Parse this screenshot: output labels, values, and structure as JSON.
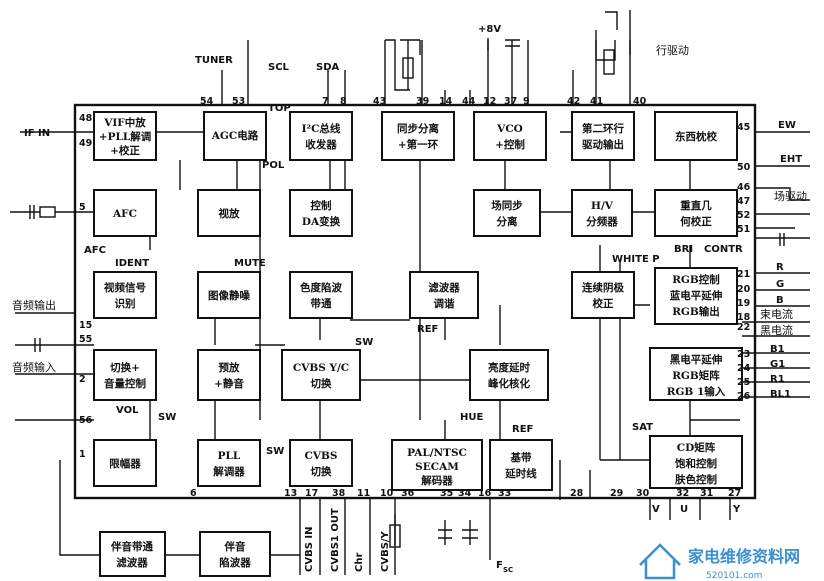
{
  "blocks": [
    {
      "id": "vif",
      "lines": [
        "VIF中放",
        "+PLL解调",
        "+校正"
      ]
    },
    {
      "id": "agc",
      "lines": [
        "AGC电路"
      ]
    },
    {
      "id": "i2c",
      "lines": [
        "I²C总线",
        "收发器"
      ]
    },
    {
      "id": "sync",
      "lines": [
        "同步分离",
        "+第一环"
      ]
    },
    {
      "id": "vco",
      "lines": [
        "VCO",
        "+控制"
      ]
    },
    {
      "id": "loop2",
      "lines": [
        "第二环行",
        "驱动输出"
      ]
    },
    {
      "id": "ew",
      "lines": [
        "东西枕校"
      ]
    },
    {
      "id": "afc",
      "lines": [
        "AFC"
      ]
    },
    {
      "id": "det",
      "lines": [
        "视放"
      ]
    },
    {
      "id": "ctrlda",
      "lines": [
        "控制",
        "DA变换"
      ]
    },
    {
      "id": "vsep",
      "lines": [
        "场同步",
        "分离"
      ]
    },
    {
      "id": "hv",
      "lines": [
        "H/V",
        "分频器"
      ]
    },
    {
      "id": "geo",
      "lines": [
        "重直几",
        "何校正"
      ]
    },
    {
      "id": "ident",
      "lines": [
        "视频信号",
        "识别"
      ]
    },
    {
      "id": "mute",
      "lines": [
        "图像静噪"
      ]
    },
    {
      "id": "trap",
      "lines": [
        "色度陷波",
        "带通"
      ]
    },
    {
      "id": "filt",
      "lines": [
        "滤波器",
        "调谐"
      ]
    },
    {
      "id": "cti",
      "lines": [
        "连续阴极",
        "校正"
      ]
    },
    {
      "id": "rgbctl",
      "lines": [
        "RGB控制",
        "蓝电平延伸",
        "RGB输出"
      ]
    },
    {
      "id": "sw1",
      "lines": [
        "切换+",
        "音量控制"
      ]
    },
    {
      "id": "preamp",
      "lines": [
        "预放",
        "+静音"
      ]
    },
    {
      "id": "yc",
      "lines": [
        "CVBS Y/C",
        "切换"
      ]
    },
    {
      "id": "peak",
      "lines": [
        "亮度延时",
        "峰化核化"
      ]
    },
    {
      "id": "rgbmat",
      "lines": [
        "黑电平延伸",
        "RGB矩阵",
        "RGB 1输入"
      ]
    },
    {
      "id": "lim",
      "lines": [
        "限幅器"
      ]
    },
    {
      "id": "pll",
      "lines": [
        "PLL",
        "解调器"
      ]
    },
    {
      "id": "cvbs",
      "lines": [
        "CVBS",
        "切换"
      ]
    },
    {
      "id": "dec",
      "lines": [
        "PAL/NTSC",
        "SECAM",
        "解码器"
      ]
    },
    {
      "id": "bdl",
      "lines": [
        "基带",
        "延时线"
      ]
    },
    {
      "id": "cd",
      "lines": [
        "CD矩阵",
        "饱和控制",
        "肤色控制"
      ]
    },
    {
      "id": "bpf",
      "lines": [
        "伴音带通",
        "滤波器"
      ]
    },
    {
      "id": "sndtrap",
      "lines": [
        "伴音",
        "陷波器"
      ]
    }
  ],
  "pins": {
    "p48": "48",
    "p49": "49",
    "p54": "54",
    "p53": "53",
    "p7": "7",
    "p8": "8",
    "p43": "43",
    "p39": "39",
    "p14a": "14",
    "p44": "44",
    "p12": "12",
    "p37": "37",
    "p9": "9",
    "p42": "42",
    "p41": "41",
    "p40": "40",
    "p45": "45",
    "p50": "50",
    "p46": "46",
    "p47": "47",
    "p52": "52",
    "p51": "51",
    "p5": "5",
    "p21": "21",
    "p20": "20",
    "p19": "19",
    "p18": "18",
    "p22": "22",
    "p15": "15",
    "p55": "55",
    "p2": "2",
    "p56": "56",
    "p23": "23",
    "p24": "24",
    "p25": "25",
    "p26": "26",
    "p1": "1",
    "p6": "6",
    "p13": "13",
    "p17": "17",
    "p38": "38",
    "p11": "11",
    "p10": "10",
    "p36": "36",
    "p35": "35",
    "p34": "34",
    "p16": "16",
    "p33": "33",
    "p28": "28",
    "p29": "29",
    "p30": "30",
    "p32": "32",
    "p31": "31",
    "p27": "27"
  },
  "signals": {
    "tuner": "TUNER",
    "scl": "SCL",
    "sda": "SDA",
    "v8": "+8V",
    "hdrive": "行驱动",
    "ifin": "IF IN",
    "top": "TOP",
    "pol": "POL",
    "afc": "AFC",
    "ident": "IDENT",
    "mute": "MUTE",
    "sndout": "音频输出",
    "sndin": "音频输入",
    "vol": "VOL",
    "sw1": "SW",
    "sw2": "SW",
    "sw3": "SW",
    "ref1": "REF",
    "ref2": "REF",
    "hue": "HUE",
    "sat": "SAT",
    "white": "WHITE P",
    "bri": "BRI",
    "contr": "CONTR",
    "ew": "EW",
    "eht": "EHT",
    "vdrive": "场驱动",
    "r": "R",
    "g": "G",
    "b": "B",
    "bcur": "束电流",
    "bcur2": "黑电流",
    "b1": "B1",
    "g1": "G1",
    "r1": "R1",
    "bl1": "BL1",
    "v": "V",
    "u": "U",
    "y": "Y",
    "cvbsin": "CVBS IN",
    "cvbs1out": "CVBS1 OUT",
    "chr": "Chr",
    "cvbsy": "CVBS/Y",
    "fsc": "F",
    "fsc_sub": "SC"
  },
  "watermark": {
    "text": "家电维修资料网",
    "url": "520101.com"
  }
}
